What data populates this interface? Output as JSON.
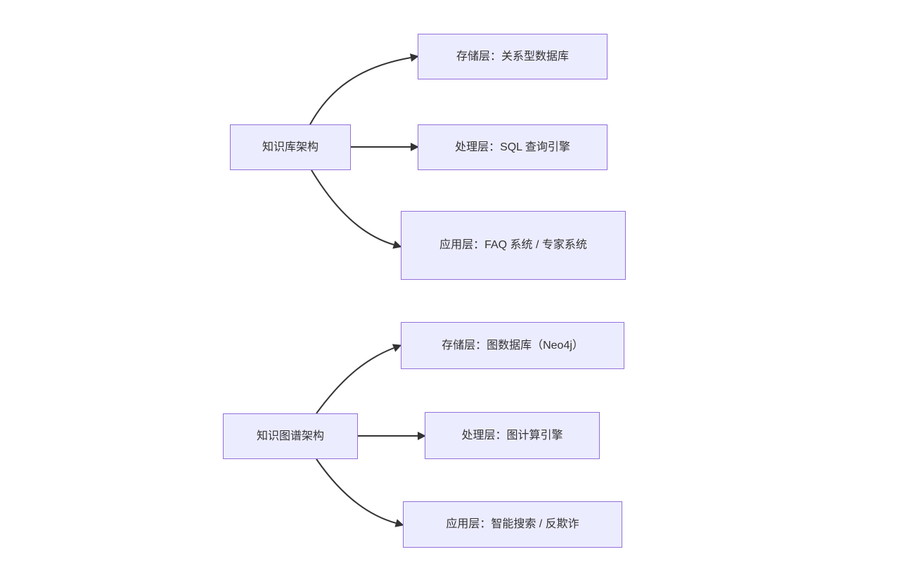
{
  "diagram": {
    "type": "flowchart",
    "direction": "left-to-right",
    "colors": {
      "background": "#FFFFFF",
      "node_fill": "#ECECFF",
      "node_border": "#9370DB",
      "edge": "#333333",
      "text": "#333333"
    },
    "clusters": [
      {
        "root": {
          "label": "知识库架构"
        },
        "children": [
          {
            "label": "存储层：关系型数据库"
          },
          {
            "label": "处理层：SQL 查询引擎"
          },
          {
            "label": "应用层：FAQ 系统 / 专家系统"
          }
        ]
      },
      {
        "root": {
          "label": "知识图谱架构"
        },
        "children": [
          {
            "label": "存储层：图数据库（Neo4j）"
          },
          {
            "label": "处理层：图计算引擎"
          },
          {
            "label": "应用层：智能搜索 / 反欺诈"
          }
        ]
      }
    ],
    "edges": [
      {
        "from": "知识库架构",
        "to": "存储层：关系型数据库"
      },
      {
        "from": "知识库架构",
        "to": "处理层：SQL 查询引擎"
      },
      {
        "from": "知识库架构",
        "to": "应用层：FAQ 系统 / 专家系统"
      },
      {
        "from": "知识图谱架构",
        "to": "存储层：图数据库（Neo4j）"
      },
      {
        "from": "知识图谱架构",
        "to": "处理层：图计算引擎"
      },
      {
        "from": "知识图谱架构",
        "to": "应用层：智能搜索 / 反欺诈"
      }
    ]
  }
}
